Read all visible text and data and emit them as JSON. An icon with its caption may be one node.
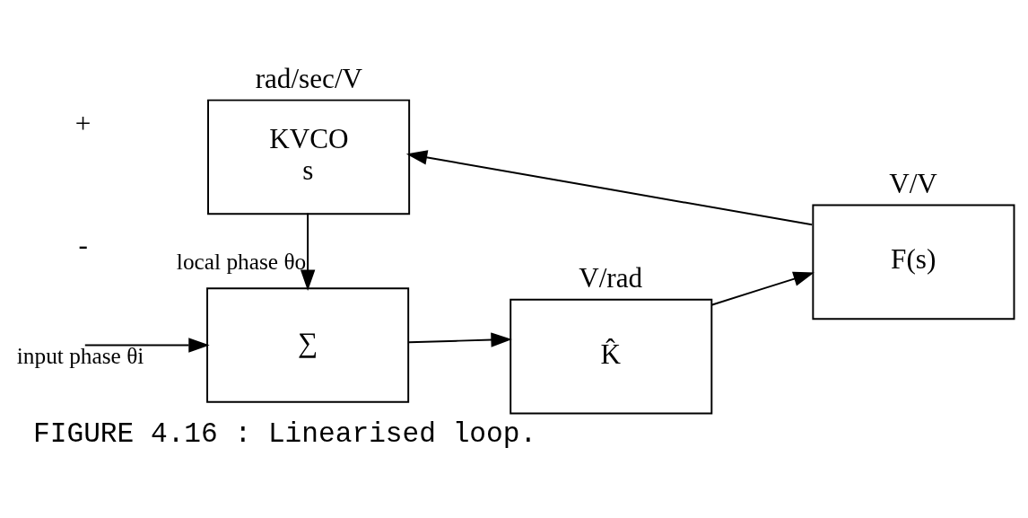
{
  "diagram": {
    "caption": "FIGURE 4.16 : Linearised loop.",
    "nodes": [
      {
        "text": [
          "∑"
        ]
      },
      {
        "text": [
          "K̂"
        ],
        "beside": [
          "V/rad"
        ]
      },
      {
        "text": [
          "F(s)"
        ],
        "beside": [
          "V/V"
        ]
      },
      {
        "text": [
          "KVCO",
          "s"
        ],
        "beside": [
          "rad/sec/V"
        ]
      }
    ],
    "edges": [
      {
        "from": null,
        "to": 0,
        "arrow": "to",
        "label": "input phase θi"
      },
      {
        "from": 0,
        "to": 1,
        "arrow": "to"
      },
      {
        "from": 1,
        "to": 2,
        "arrow": "to"
      },
      {
        "from": 2,
        "to": 3,
        "arrow": "to"
      },
      {
        "from": 3,
        "to": 0,
        "arrow": "to",
        "label": "local phase θo"
      }
    ],
    "labels": [
      "-",
      "+"
    ]
  }
}
